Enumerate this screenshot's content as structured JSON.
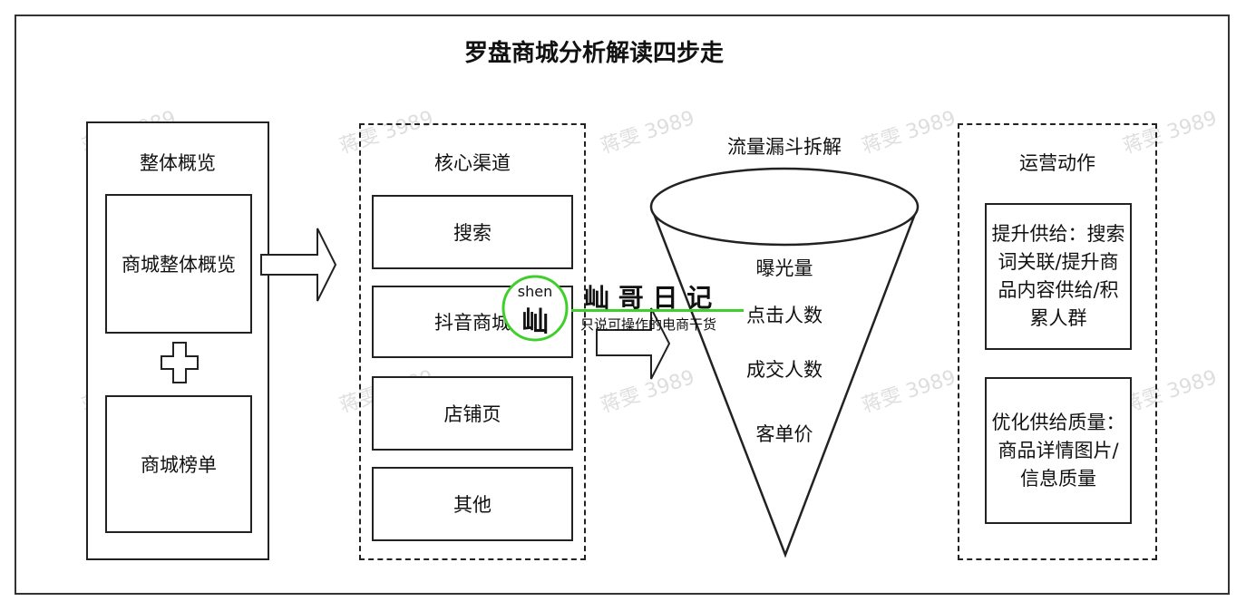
{
  "title": "罗盘商城分析解读四步走",
  "overview": {
    "heading": "整体概览",
    "item1": "商城整体概览",
    "item2": "商城榜单"
  },
  "channels": {
    "heading": "核心渠道",
    "items": [
      "搜索",
      "抖音商城",
      "店铺页",
      "其他"
    ]
  },
  "funnel": {
    "heading": "流量漏斗拆解",
    "items": [
      "曝光量",
      "点击人数",
      "成交人数",
      "客单价"
    ]
  },
  "operations": {
    "heading": "运营动作",
    "item1": "提升供给：搜索词关联/提升商品内容供给/积累人群",
    "item2": "优化供给质量：商品详情图片/信息质量"
  },
  "overlay": {
    "logo_small": "shen",
    "logo_char": "屾",
    "brand": "屾 哥 日 记",
    "tagline": "只说可操作的电商干货",
    "accent": "#3fcf2b"
  },
  "watermark": "蒋雯 3989"
}
